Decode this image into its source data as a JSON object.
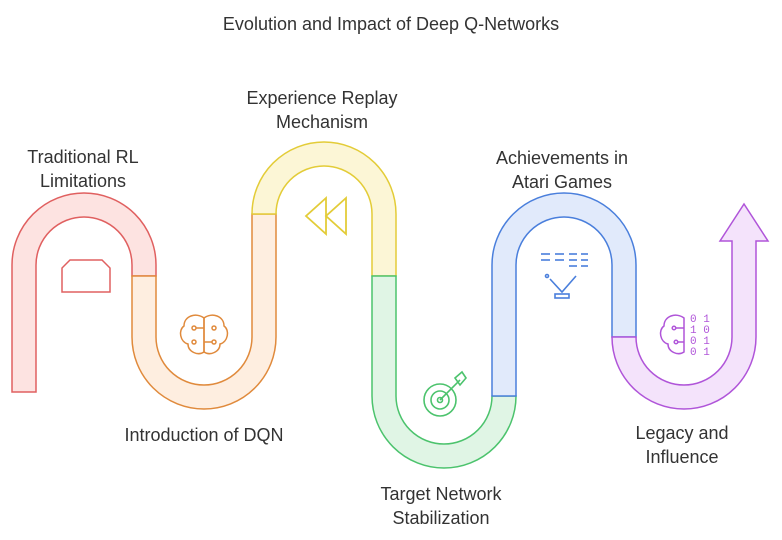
{
  "title": "Evolution and Impact of Deep Q-Networks",
  "stages": [
    {
      "label": "Traditional RL\nLimitations",
      "color": "#e06060",
      "fill": "#fde3e1",
      "icon": "bent-plate-icon"
    },
    {
      "label": "Introduction of DQN",
      "color": "#e08a3c",
      "fill": "#feeee0",
      "icon": "brain-circuit-icon"
    },
    {
      "label": "Experience Replay\nMechanism",
      "color": "#e3cc38",
      "fill": "#fcf6d6",
      "icon": "rewind-icon"
    },
    {
      "label": "Target Network\nStabilization",
      "color": "#4cc36d",
      "fill": "#e0f5e5",
      "icon": "target-arrow-icon"
    },
    {
      "label": "Achievements in\nAtari Games",
      "color": "#4a7fdc",
      "fill": "#e1eafb",
      "icon": "breakout-game-icon"
    },
    {
      "label": "Legacy and\nInfluence",
      "color": "#b055d9",
      "fill": "#f4e3fb",
      "icon": "binary-brain-icon"
    }
  ]
}
